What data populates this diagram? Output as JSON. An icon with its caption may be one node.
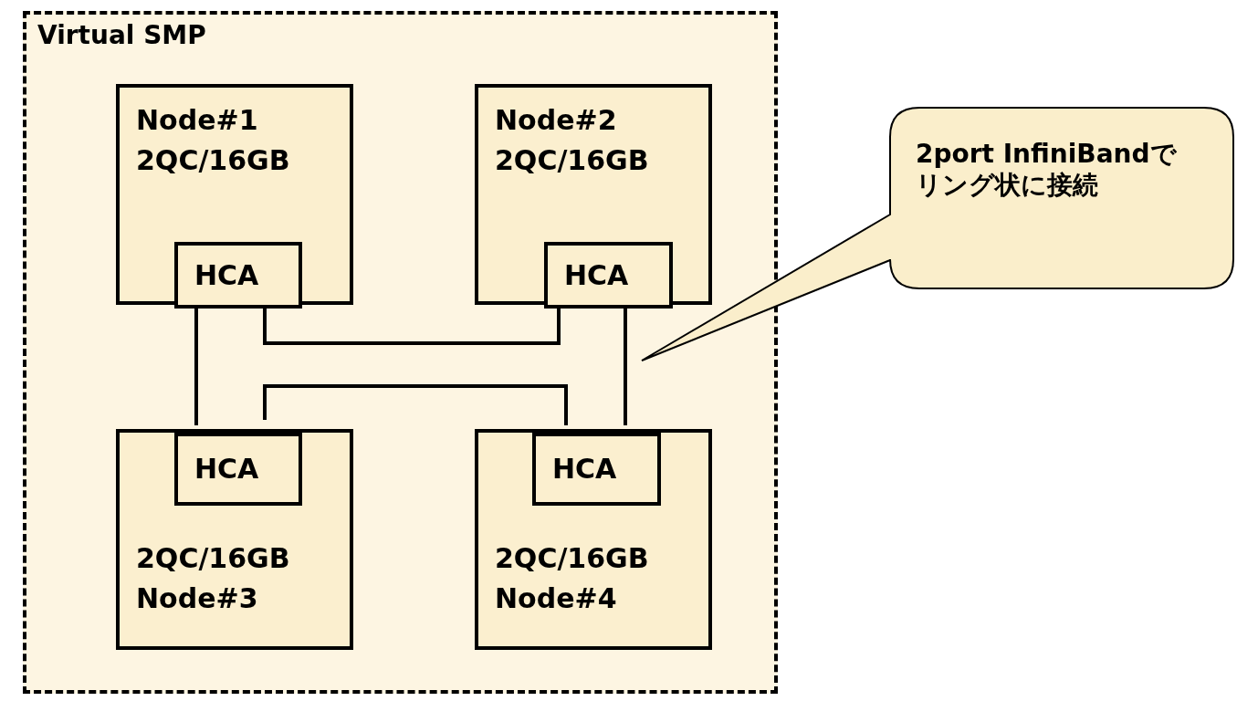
{
  "diagram": {
    "nodes": [
      {
        "text": [
          "Virtual SMP"
        ]
      },
      {
        "text": [
          "Node#1",
          "2QC/16GB"
        ],
        "in": 0
      },
      {
        "text": [
          "HCA"
        ],
        "in": 1
      },
      {
        "text": [
          "Node#2",
          "2QC/16GB"
        ],
        "in": 0
      },
      {
        "text": [
          "HCA"
        ],
        "in": 3
      },
      {
        "text": [
          "2QC/16GB",
          "Node#3"
        ],
        "in": 0
      },
      {
        "text": [
          "HCA"
        ],
        "in": 5
      },
      {
        "text": [
          "2QC/16GB",
          "Node#4"
        ],
        "in": 0
      },
      {
        "text": [
          "HCA"
        ],
        "in": 7
      },
      {
        "text": [
          "2port InfiniBandでリング状に接続"
        ]
      }
    ],
    "edges": [
      {
        "from": 2,
        "to": 6,
        "arrow": "none"
      },
      {
        "from": 2,
        "to": 4,
        "arrow": "none"
      },
      {
        "from": 4,
        "to": 8,
        "arrow": "none"
      },
      {
        "from": 6,
        "to": 8,
        "arrow": "none"
      }
    ]
  }
}
